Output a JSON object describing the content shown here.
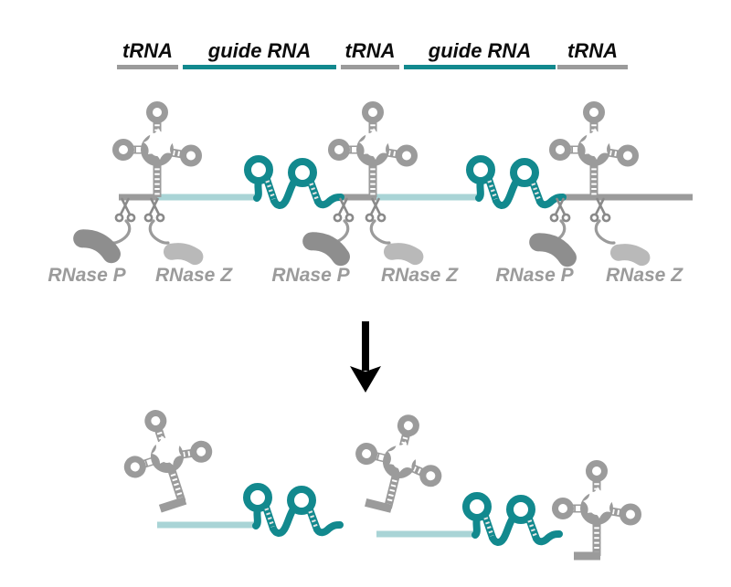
{
  "figure": {
    "top_labels": [
      {
        "label": "tRNA",
        "kind": "tRNA"
      },
      {
        "label": "guide RNA",
        "kind": "guide RNA"
      },
      {
        "label": "tRNA",
        "kind": "tRNA"
      },
      {
        "label": "guide RNA",
        "kind": "guide RNA"
      },
      {
        "label": "tRNA",
        "kind": "tRNA"
      }
    ],
    "enzyme_labels": [
      "RNase P",
      "RNase Z",
      "RNase P",
      "RNase Z",
      "RNase P",
      "RNase Z"
    ],
    "icons": {
      "scissors": "scissors-icon",
      "arrow": "down-arrow-icon"
    },
    "colors": {
      "guide_teal": "#12898e",
      "guide_teal_light": "#a9d4d6",
      "rna_gray": "#9b9b9b",
      "rnase_p_gray": "#8e8e8e",
      "rnase_z_gray": "#b9b9b9",
      "enzyme_label_gray": "#9b9b9b",
      "label_black": "#000000",
      "arrow_black": "#000000"
    }
  }
}
